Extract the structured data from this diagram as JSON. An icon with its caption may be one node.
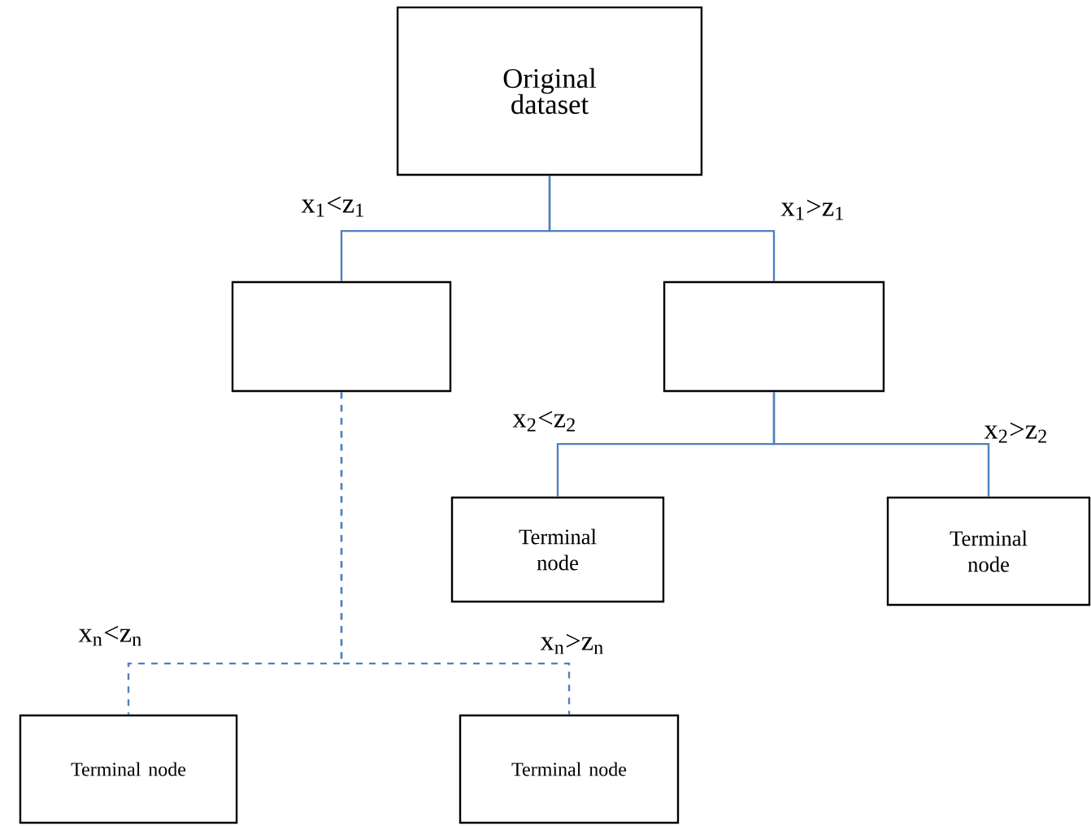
{
  "diagram": {
    "nodes": [
      {
        "text": [
          "Original dataset"
        ]
      },
      {
        "text": [],
        "shape": "box"
      },
      {
        "text": [],
        "shape": "box"
      },
      {
        "text": [
          "Terminal node"
        ]
      },
      {
        "text": [
          "Terminal node"
        ]
      },
      {
        "text": [
          "Terminal node"
        ]
      },
      {
        "text": [
          "Terminal node"
        ]
      }
    ],
    "edges": [
      {
        "from": 0,
        "to": 1,
        "arrow": "none",
        "label": "x$_{1}$<z$_{1}$"
      },
      {
        "from": 0,
        "to": 2,
        "arrow": "none",
        "label": "x$_{1}$>z$_{1}$"
      },
      {
        "from": 2,
        "to": 3,
        "arrow": "none",
        "label": "x$_{2}$<z$_{2}$"
      },
      {
        "from": 2,
        "to": 4,
        "arrow": "none",
        "label": "x$_{2}$>z$_{2}$"
      },
      {
        "from": 1,
        "to": 5,
        "arrow": "none",
        "label": "x$_{n}$<z$_{n}$",
        "style": "dashed"
      },
      {
        "from": 1,
        "to": 6,
        "arrow": "none",
        "label": "x$_{n}$>z$_{n}$",
        "style": "dashed"
      }
    ]
  }
}
